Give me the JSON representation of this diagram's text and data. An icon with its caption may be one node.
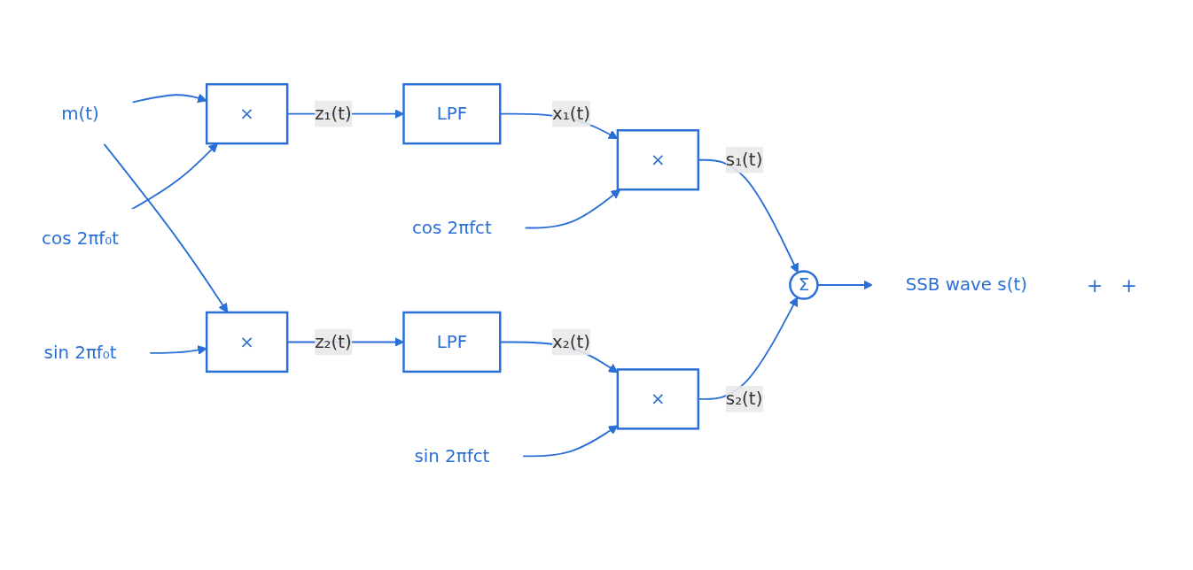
{
  "diagram": {
    "nodes": [
      {
        "text": [
          "m(t)"
        ]
      },
      {
        "text": [
          "×"
        ]
      },
      {
        "text": [
          "cos 2πf₀t"
        ]
      },
      {
        "text": [
          "LPF"
        ]
      },
      {
        "text": [
          "×"
        ]
      },
      {
        "text": [
          "cos 2πfct"
        ]
      },
      {
        "text": [
          "Σ"
        ]
      },
      {
        "text": [
          "SSB wave s(t)"
        ]
      },
      {
        "text": [
          "×"
        ]
      },
      {
        "text": [
          "sin 2πf₀t"
        ]
      },
      {
        "text": [
          "LPF"
        ]
      },
      {
        "text": [
          "×"
        ]
      },
      {
        "text": [
          "sin 2πfct"
        ]
      }
    ],
    "edges": [
      {
        "from": 0,
        "to": 1,
        "arrow": "to"
      },
      {
        "from": 0,
        "to": 8,
        "arrow": "to"
      },
      {
        "from": 2,
        "to": 1,
        "arrow": "to"
      },
      {
        "from": 1,
        "to": 3,
        "arrow": "to",
        "label": "z₁(t)"
      },
      {
        "from": 3,
        "to": 4,
        "arrow": "to",
        "label": "x₁(t)"
      },
      {
        "from": 5,
        "to": 4,
        "arrow": "to"
      },
      {
        "from": 4,
        "to": 6,
        "arrow": "to",
        "label": "s₁(t)"
      },
      {
        "from": 6,
        "to": 7,
        "arrow": "to"
      },
      {
        "from": 9,
        "to": 8,
        "arrow": "to"
      },
      {
        "from": 8,
        "to": 10,
        "arrow": "to",
        "label": "z₂(t)"
      },
      {
        "from": 10,
        "to": 11,
        "arrow": "to",
        "label": "x₂(t)"
      },
      {
        "from": 12,
        "to": 11,
        "arrow": "to"
      },
      {
        "from": 11,
        "to": 6,
        "arrow": "to",
        "label": "s₂(t)"
      }
    ],
    "labels": [
      "+",
      "+"
    ]
  }
}
